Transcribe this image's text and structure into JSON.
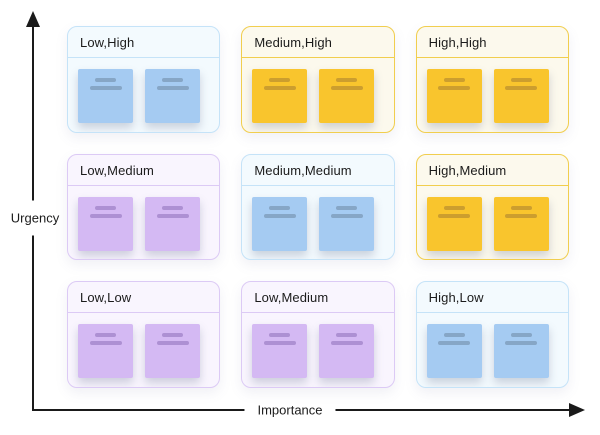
{
  "axes": {
    "y_label": "Urgency",
    "x_label": "Importance",
    "color": "#1a1a1a"
  },
  "palette": {
    "blue": {
      "bg": "#f3fafe",
      "border": "#c5e3f8",
      "note": "#a5cbf2",
      "line": "#86a6c6"
    },
    "yellow": {
      "bg": "#fcf9ed",
      "border": "#f1ce4e",
      "note": "#f9c52d",
      "line": "#cc9e2e"
    },
    "purple": {
      "bg": "#f9f5fe",
      "border": "#dccaf5",
      "note": "#d4b9f3",
      "line": "#ad90d3"
    }
  },
  "matrix": {
    "rows": [
      {
        "cells": [
          {
            "label": "Low,High",
            "color": "blue",
            "note_count": 2
          },
          {
            "label": "Medium,High",
            "color": "yellow",
            "note_count": 2
          },
          {
            "label": "High,High",
            "color": "yellow",
            "note_count": 2
          }
        ]
      },
      {
        "cells": [
          {
            "label": "Low,Medium",
            "color": "purple",
            "note_count": 2
          },
          {
            "label": "Medium,Medium",
            "color": "blue",
            "note_count": 2
          },
          {
            "label": "High,Medium",
            "color": "yellow",
            "note_count": 2
          }
        ]
      },
      {
        "cells": [
          {
            "label": "Low,Low",
            "color": "purple",
            "note_count": 2
          },
          {
            "label": "Low,Medium",
            "color": "purple",
            "note_count": 2
          },
          {
            "label": "High,Low",
            "color": "blue",
            "note_count": 2
          }
        ]
      }
    ]
  }
}
